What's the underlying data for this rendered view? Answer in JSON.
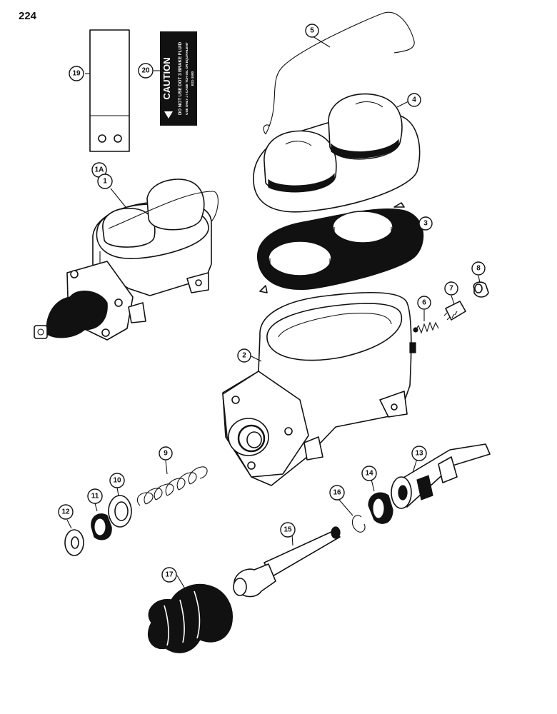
{
  "page_number": "224",
  "decal": {
    "heading": "CAUTION",
    "line1": "DO NOT USE DOT 3 BRAKE FLUID",
    "line2": "USE ONLY J I CASE TCH OIL OR EQUIVALENT",
    "part_no": "B21-1580"
  },
  "callouts": {
    "c1A": "1A",
    "c1": "1",
    "c2": "2",
    "c3": "3",
    "c4": "4",
    "c5": "5",
    "c6": "6",
    "c7": "7",
    "c8": "8",
    "c9": "9",
    "c10": "10",
    "c11": "11",
    "c12": "12",
    "c13": "13",
    "c14": "14",
    "c15": "15",
    "c16": "16",
    "c17": "17",
    "c19": "19",
    "c20": "20"
  }
}
